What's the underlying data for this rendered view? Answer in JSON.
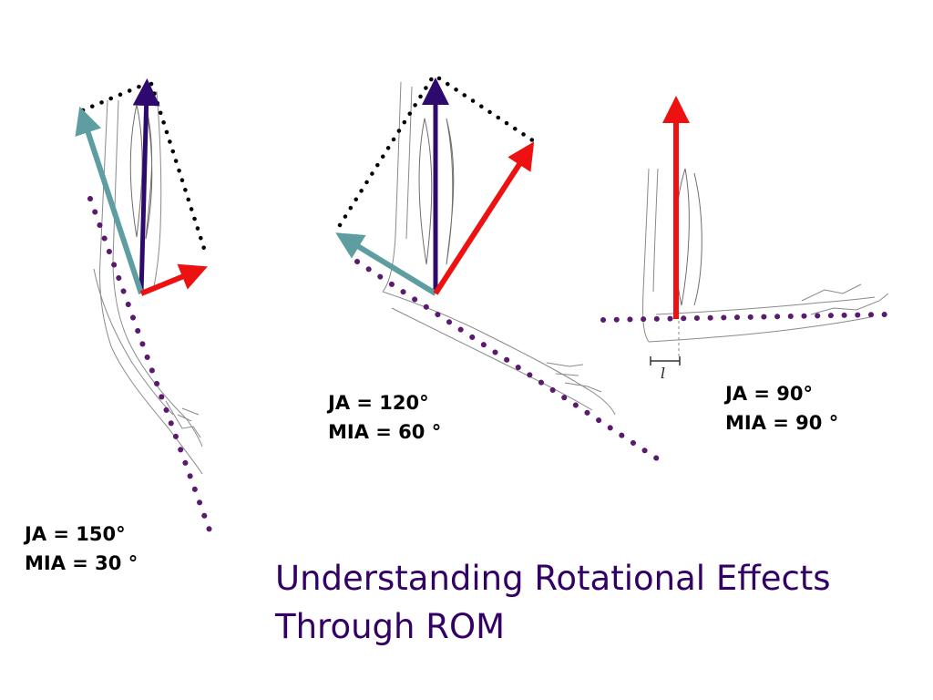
{
  "colors": {
    "muscle_force": "#2e0a6e",
    "rotary_component": "#ee1111",
    "stabilizing_component": "#5f9ea0",
    "segment_line": "#5a1a6e",
    "parallelogram": "#000000",
    "title": "#330066"
  },
  "panels": [
    {
      "id": "ja-150",
      "ja_text": "JA = 150°",
      "mia_text": "MIA = 30 °"
    },
    {
      "id": "ja-120",
      "ja_text": "JA = 120°",
      "mia_text": "MIA = 60 °"
    },
    {
      "id": "ja-90",
      "ja_text": "JA = 90°",
      "mia_text": "MIA = 90 °"
    }
  ],
  "scale_marker": "l",
  "title": {
    "line1": "Understanding Rotational Effects",
    "line2": "Through ROM"
  }
}
